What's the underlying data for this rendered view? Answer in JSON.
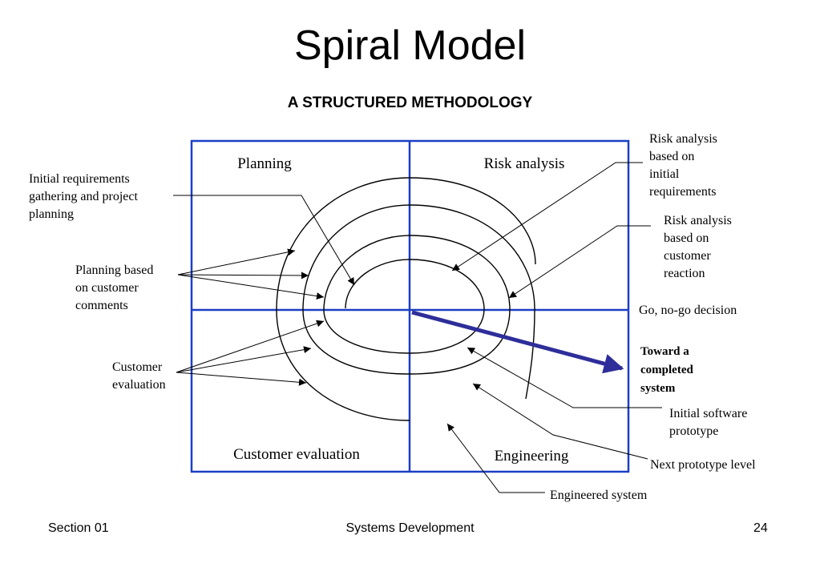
{
  "slide": {
    "title": "Spiral Model",
    "subtitle": "A STRUCTURED METHODOLOGY"
  },
  "quadrants": {
    "planning": "Planning",
    "risk_analysis": "Risk analysis",
    "customer_evaluation": "Customer evaluation",
    "engineering": "Engineering"
  },
  "annotations": {
    "initial_requirements": [
      "Initial requirements",
      "gathering and project",
      "planning"
    ],
    "planning_customer": [
      "Planning based",
      "on customer",
      "comments"
    ],
    "customer_evaluation": [
      "Customer",
      "evaluation"
    ],
    "risk_initial": [
      "Risk analysis",
      "based on",
      "initial",
      "requirements"
    ],
    "risk_reaction": [
      "Risk analysis",
      "based on",
      "customer",
      "reaction"
    ],
    "go_no_go": "Go, no-go decision",
    "toward_completed": [
      "Toward a",
      "completed",
      "system"
    ],
    "initial_prototype": [
      "Initial software",
      "prototype"
    ],
    "next_prototype": "Next prototype level",
    "engineered_system": "Engineered system"
  },
  "footer": {
    "left": "Section 01",
    "center": "Systems Development",
    "right": "24"
  },
  "colors": {
    "grid": "#1c3fc4",
    "arrow": "#2e2e9a",
    "ink": "#000000"
  }
}
